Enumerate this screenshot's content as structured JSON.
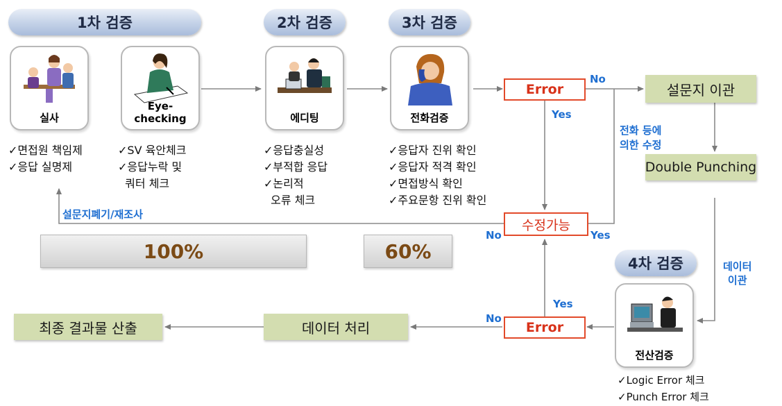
{
  "stages": {
    "s1": "1차 검증",
    "s2": "2차 검증",
    "s3": "3차 검증",
    "s4": "4차 검증"
  },
  "cards": {
    "survey": "실사",
    "eye": "Eye-checking",
    "editing": "에디팅",
    "phone": "전화검증",
    "computer": "전산검증"
  },
  "checks": {
    "survey": [
      "✓면접원 책임제",
      "✓응답 실명제"
    ],
    "eye": [
      "✓SV 육안체크",
      "✓응답누락 및",
      "  쿼터 체크"
    ],
    "editing": [
      "✓응답충실성",
      "✓부적합 응답",
      "✓논리적",
      "  오류 체크"
    ],
    "phone": [
      "✓응답자 진위 확인",
      "✓응답자 적격 확인",
      "✓면접방식 확인",
      "✓주요문항 진위 확인"
    ],
    "computer": [
      "✓Logic Error 체크",
      "✓Punch Error 체크"
    ]
  },
  "boxes": {
    "error_top": "Error",
    "fixable": "수정가능",
    "error_bottom": "Error",
    "transfer_survey": "설문지 이관",
    "double_punching": "Double Punching",
    "data_processing": "데이터 처리",
    "final_output": "최종 결과물 산출"
  },
  "labels": {
    "no_top": "No",
    "yes_top": "Yes",
    "phone_fix_1": "전화 등에",
    "phone_fix_2": "의한 수정",
    "discard": "설문지폐기/재조사",
    "no_fix": "No",
    "yes_fix": "Yes",
    "data_transfer_1": "데이터",
    "data_transfer_2": "이관",
    "yes_bottom": "Yes",
    "no_bottom": "No"
  },
  "percents": {
    "p100": "100%",
    "p60": "60%"
  },
  "colors": {
    "stage_fill": "#c9d6ea",
    "olive_fill": "#d3ddb0",
    "error_red": "#e24a2a",
    "label_blue": "#1f6fd1",
    "percent_text": "#7b4a15"
  }
}
